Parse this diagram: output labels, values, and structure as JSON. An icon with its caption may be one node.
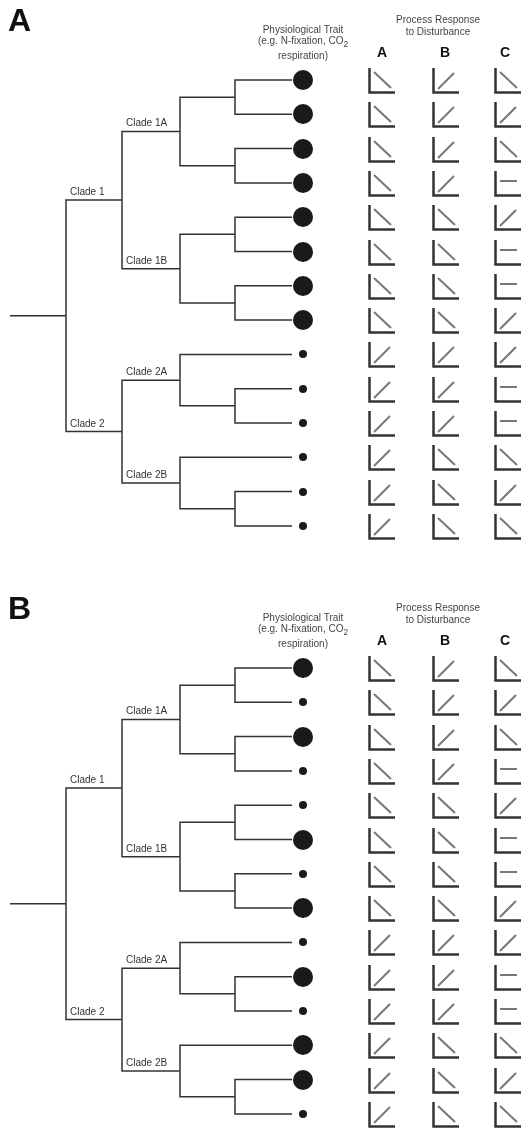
{
  "diagram": {
    "labels": [
      "A",
      "Physiological Trait (e.g. N-fixation, CO$_{2}$ respiration)",
      "Process Response to Disturbance",
      "A",
      "B",
      "C",
      "Clade 1A",
      "Clade 1",
      "Clade 1B",
      "Clade 2A",
      "Clade 2",
      "Clade 2B",
      "B",
      "Physiological Trait (e.g. N-fixation, CO$_{2}$ respiration)",
      "Process Response to Disturbance",
      "A",
      "B",
      "C",
      "Clade 1A",
      "Clade 1",
      "Clade 1B",
      "Clade 2A",
      "Clade 2",
      "Clade 2B"
    ]
  }
}
